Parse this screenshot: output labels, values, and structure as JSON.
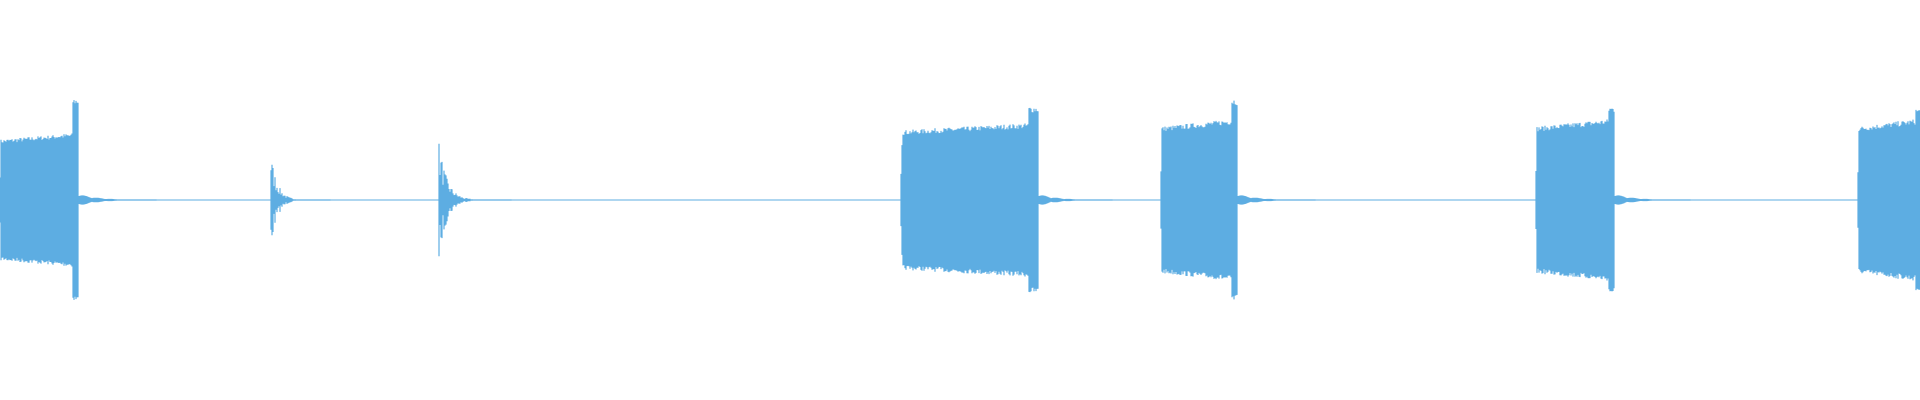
{
  "waveform": {
    "color": "#5dade2",
    "background": "#ffffff",
    "segments": [
      {
        "type": "burst",
        "start": 0.0,
        "end": 0.0408,
        "amp": 0.66,
        "peak": 1.0
      },
      {
        "type": "tail",
        "start": 0.0408,
        "end": 0.0813,
        "amp": 0.06
      },
      {
        "type": "transient",
        "start": 0.1413,
        "end": 0.172,
        "amp": 0.46
      },
      {
        "type": "transient",
        "start": 0.2286,
        "end": 0.2661,
        "amp": 0.58
      },
      {
        "type": "burst",
        "start": 0.4693,
        "end": 0.5406,
        "amp": 0.76,
        "peak": 0.92
      },
      {
        "type": "tail",
        "start": 0.5406,
        "end": 0.5792,
        "amp": 0.06
      },
      {
        "type": "burst",
        "start": 0.6047,
        "end": 0.6443,
        "amp": 0.8,
        "peak": 1.0
      },
      {
        "type": "tail",
        "start": 0.6443,
        "end": 0.6849,
        "amp": 0.06
      },
      {
        "type": "burst",
        "start": 0.8,
        "end": 0.8406,
        "amp": 0.8,
        "peak": 0.92
      },
      {
        "type": "tail",
        "start": 0.8406,
        "end": 0.8802,
        "amp": 0.06
      },
      {
        "type": "burst",
        "start": 0.9677,
        "end": 1.0,
        "amp": 0.8,
        "peak": 0.9
      }
    ]
  }
}
